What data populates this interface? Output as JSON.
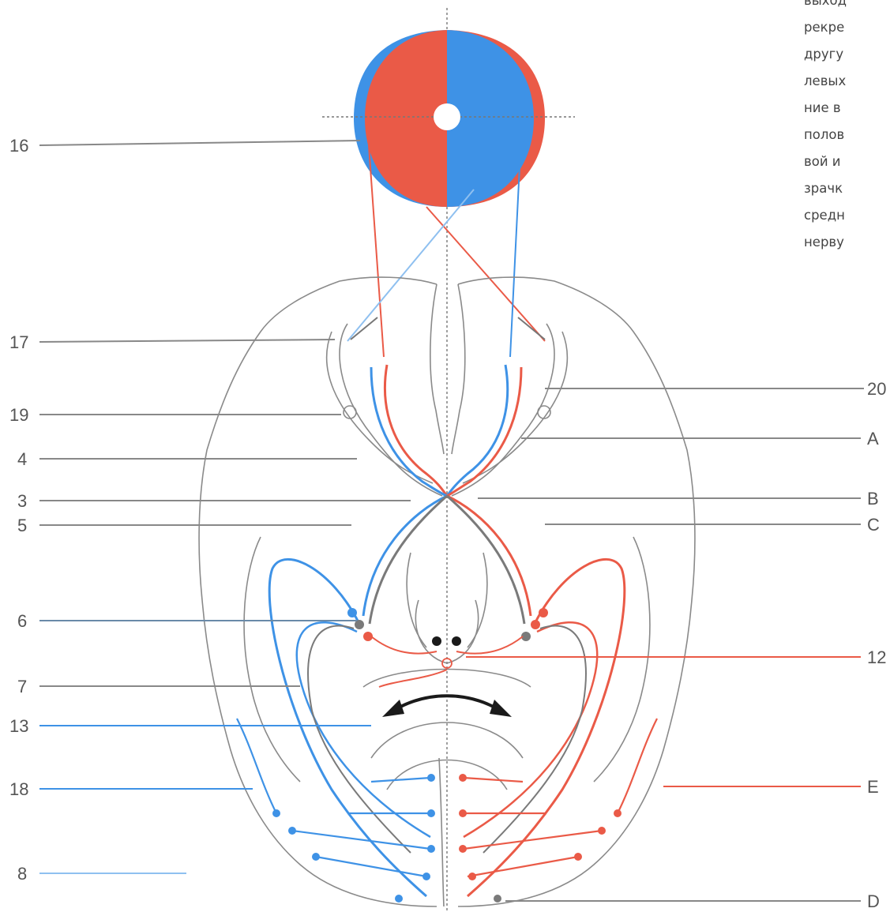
{
  "caption_lines": [
    "выход",
    "рекре",
    "другу",
    "левых",
    "ние в",
    "полов",
    "вой и",
    "зрачк",
    "средн",
    "нерву"
  ],
  "labels": {
    "left": [
      "16",
      "17",
      "19",
      "4",
      "3",
      "5",
      "6",
      "7",
      "13",
      "18",
      "8"
    ],
    "right": [
      "20",
      "A",
      "B",
      "C",
      "12",
      "E",
      "D"
    ]
  },
  "colors": {
    "red": "#ea5a47",
    "blue": "#3e92e6",
    "gray": "#7a7a7a",
    "dark": "#1a1a1a",
    "outline": "#8a8a8a"
  }
}
